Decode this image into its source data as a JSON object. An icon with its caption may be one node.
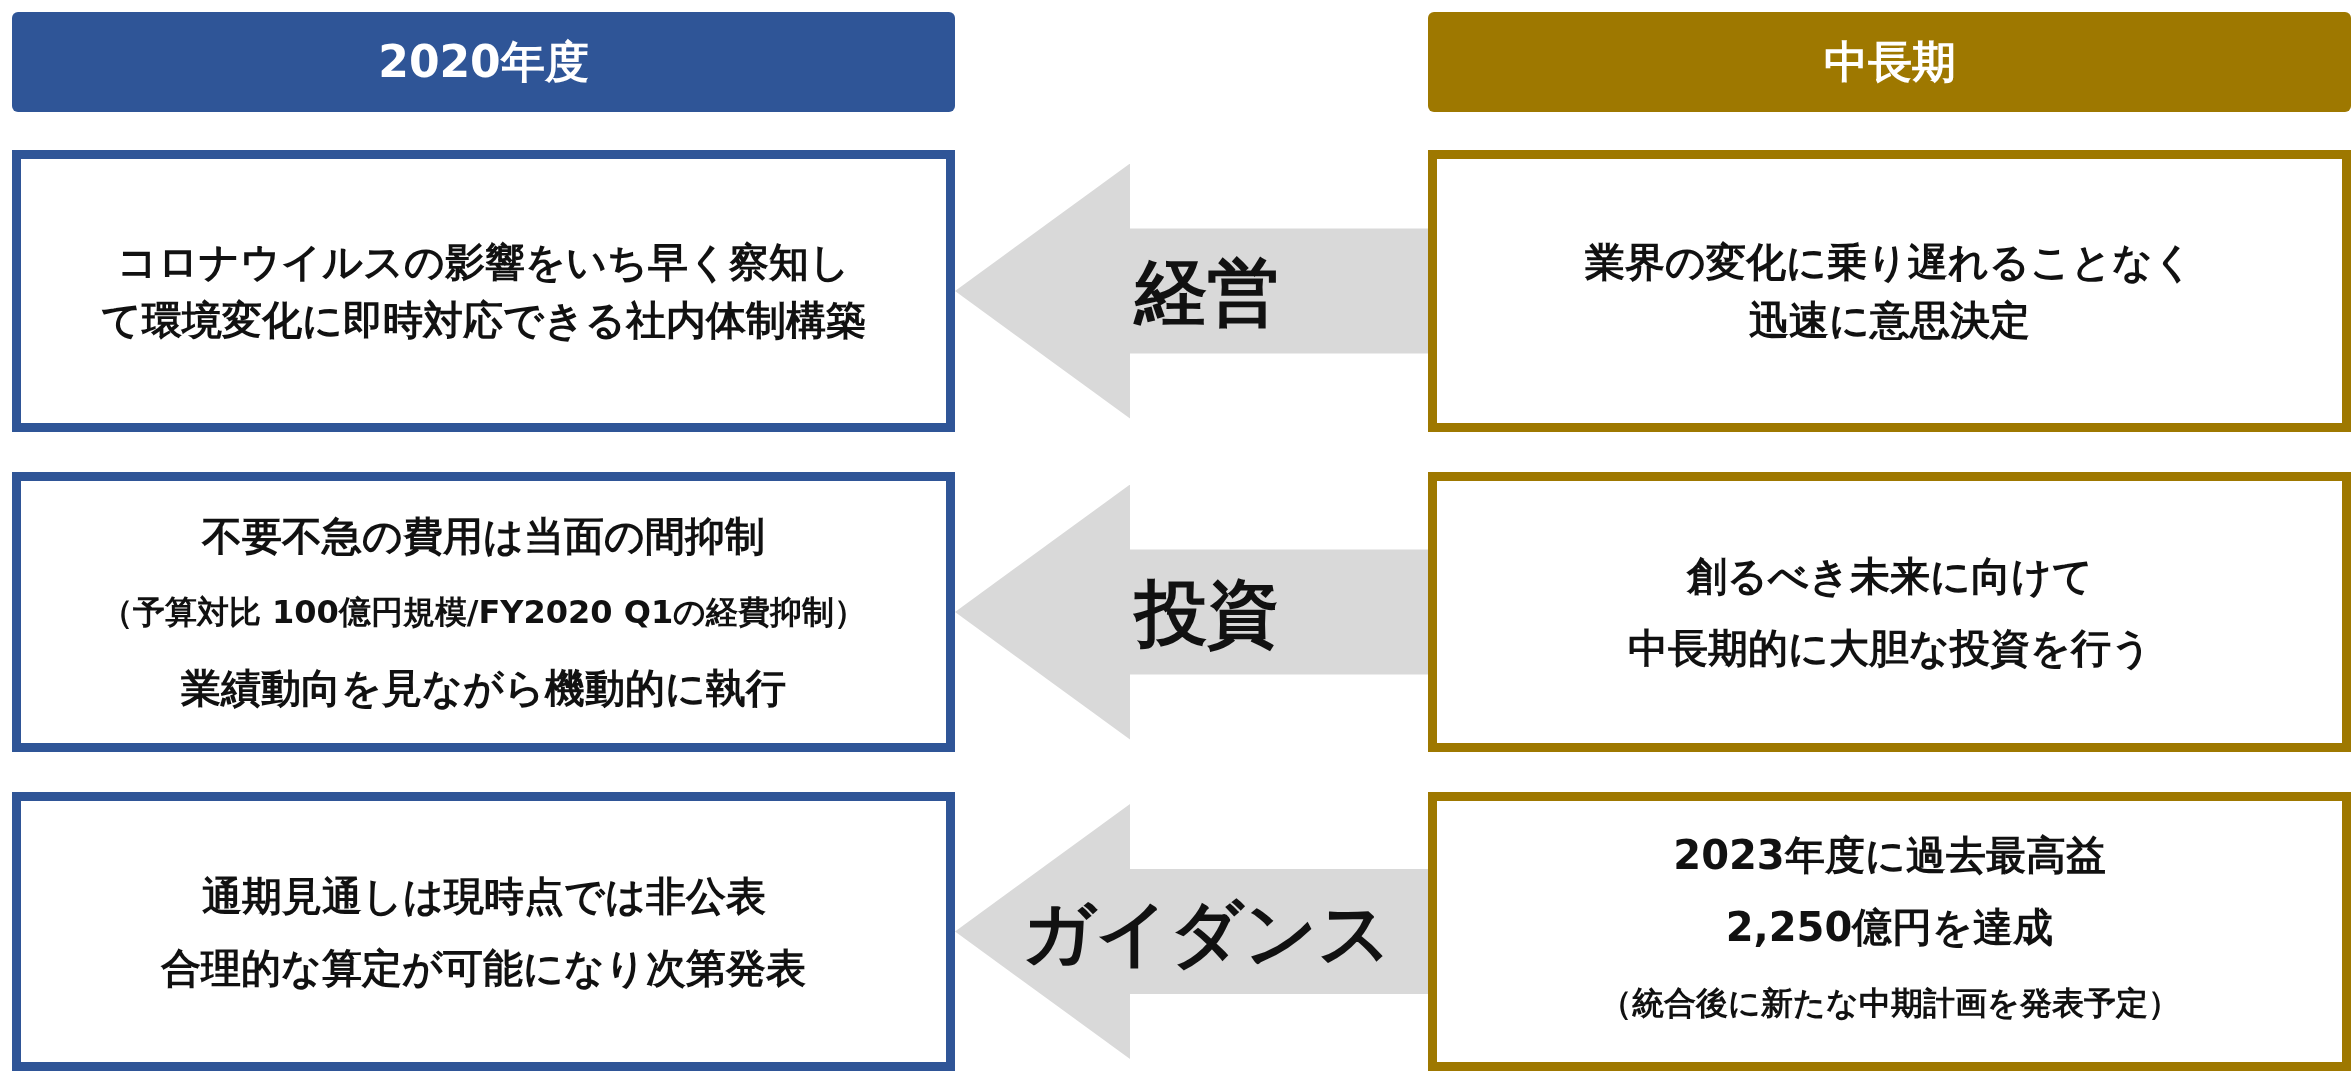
{
  "diagram": {
    "nodes": [
      {
        "text": [
          "2020年度"
        ]
      },
      {
        "text": [
          "中長期"
        ]
      },
      {
        "text": [
          "コロナウイルスの影響をいち早く察知して環境変化に即時対応できる社内体制構築"
        ]
      },
      {
        "text": [
          "業界の変化に乗り遅れることなく迅速に意思決定"
        ]
      },
      {
        "text": [
          "不要不急の費用は当面の間抑制",
          "（予算対比 100億円規模/FY2020 Q1の経費抑制）",
          "業績動向を見ながら機動的に執行"
        ]
      },
      {
        "text": [
          "創るべき未来に向けて",
          "中長期的に大胆な投資を行う"
        ]
      },
      {
        "text": [
          "通期見通しは現時点では非公表",
          "合理的な算定が可能になり次第発表"
        ]
      },
      {
        "text": [
          "2023年度に過去最高益",
          "2,250億円を達成",
          "（統合後に新たな中期計画を発表予定）"
        ]
      }
    ],
    "edges": [
      {
        "from": 3,
        "to": 2,
        "arrow": "to",
        "label": "経営"
      },
      {
        "from": 5,
        "to": 4,
        "arrow": "to",
        "label": "投資"
      },
      {
        "from": 7,
        "to": 6,
        "arrow": "to",
        "label": "ガイダンス"
      }
    ]
  }
}
